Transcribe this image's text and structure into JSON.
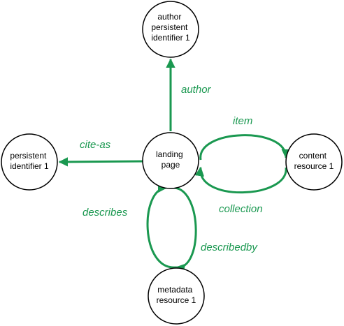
{
  "colors": {
    "edge": "#1a9850",
    "node_stroke": "#000000",
    "node_fill": "#ffffff"
  },
  "nodes": {
    "author": {
      "lines": [
        "author",
        "persistent",
        "identifier 1"
      ]
    },
    "persistent": {
      "lines": [
        "persistent",
        "identifier 1"
      ]
    },
    "landing": {
      "lines": [
        "landing",
        "page"
      ]
    },
    "content": {
      "lines": [
        "content",
        "resource 1"
      ]
    },
    "metadata": {
      "lines": [
        "metadata",
        "resource 1"
      ]
    }
  },
  "edges": {
    "author": "author",
    "cite_as": "cite-as",
    "item": "item",
    "collection": "collection",
    "describes": "describes",
    "describedby": "describedby"
  }
}
